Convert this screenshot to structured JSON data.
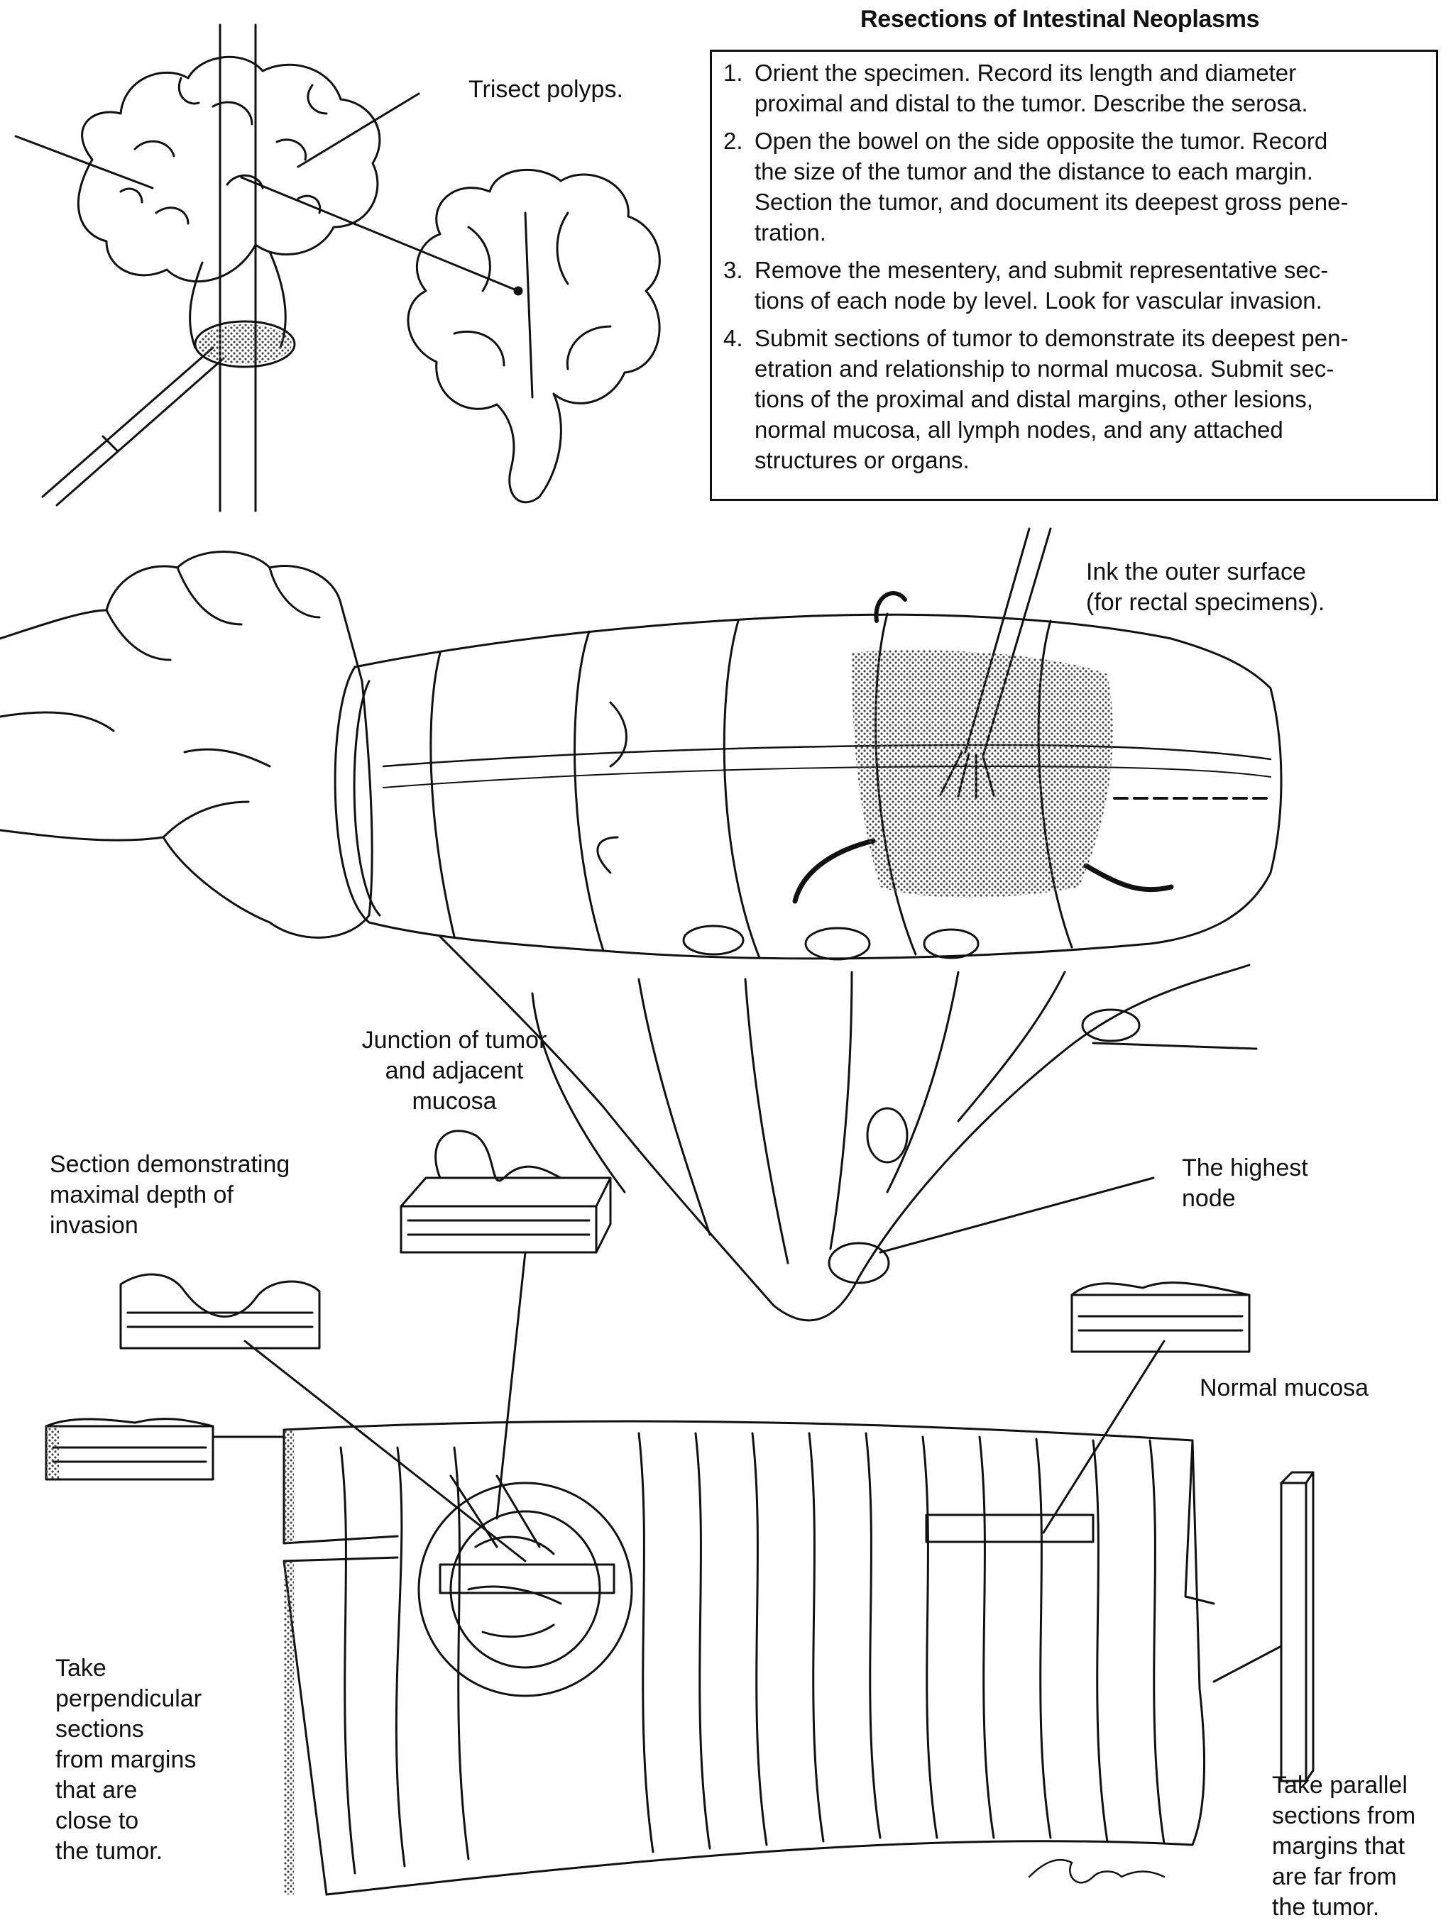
{
  "title": "Resections of Intestinal Neoplasms",
  "steps": [
    {
      "num": "1.",
      "lines": [
        "Orient the specimen. Record its length and diameter",
        "proximal and distal to the tumor. Describe the serosa."
      ]
    },
    {
      "num": "2.",
      "lines": [
        "Open the bowel on the side opposite the tumor. Record",
        "the size of the tumor and the distance to each margin.",
        "Section the tumor, and document its deepest gross pene-",
        "tration."
      ]
    },
    {
      "num": "3.",
      "lines": [
        "Remove the mesentery, and submit representative sec-",
        "tions of each node by level. Look for vascular invasion."
      ]
    },
    {
      "num": "4.",
      "lines": [
        "Submit sections of tumor to demonstrate its deepest pen-",
        "etration and relationship to normal mucosa. Submit sec-",
        "tions of the proximal and distal margins, other lesions,",
        "normal mucosa, all lymph nodes, and any attached",
        "structures or organs."
      ]
    }
  ],
  "labels": {
    "trisect": [
      "Trisect polyps."
    ],
    "ink": [
      "Ink the outer surface",
      "(for rectal specimens)."
    ],
    "junction": [
      "Junction of tumor",
      "and adjacent",
      "mucosa"
    ],
    "max_depth": [
      "Section demonstrating",
      "maximal depth of",
      "invasion"
    ],
    "highest_node": [
      "The highest",
      "node"
    ],
    "normal_mucosa": [
      "Normal mucosa"
    ],
    "perpendicular": [
      "Take",
      "perpendicular",
      "sections",
      "from margins",
      "that are",
      "close to",
      "the tumor."
    ],
    "parallel": [
      "Take parallel",
      "sections from",
      "margins that",
      "are far from",
      "the tumor."
    ]
  },
  "colors": {
    "ink": "#111111",
    "stipple": "#9a9a9a",
    "background": "#ffffff"
  }
}
